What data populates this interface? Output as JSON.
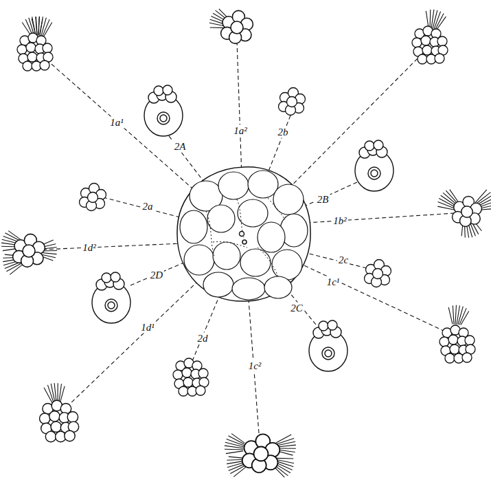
{
  "diagram": {
    "labels": [
      "1a¹",
      "1a²",
      "2A",
      "2b",
      "2a",
      "2B",
      "1b²",
      "1d²",
      "2c",
      "2D",
      "1c¹",
      "2C",
      "1d¹",
      "2d",
      "1c²"
    ]
  }
}
